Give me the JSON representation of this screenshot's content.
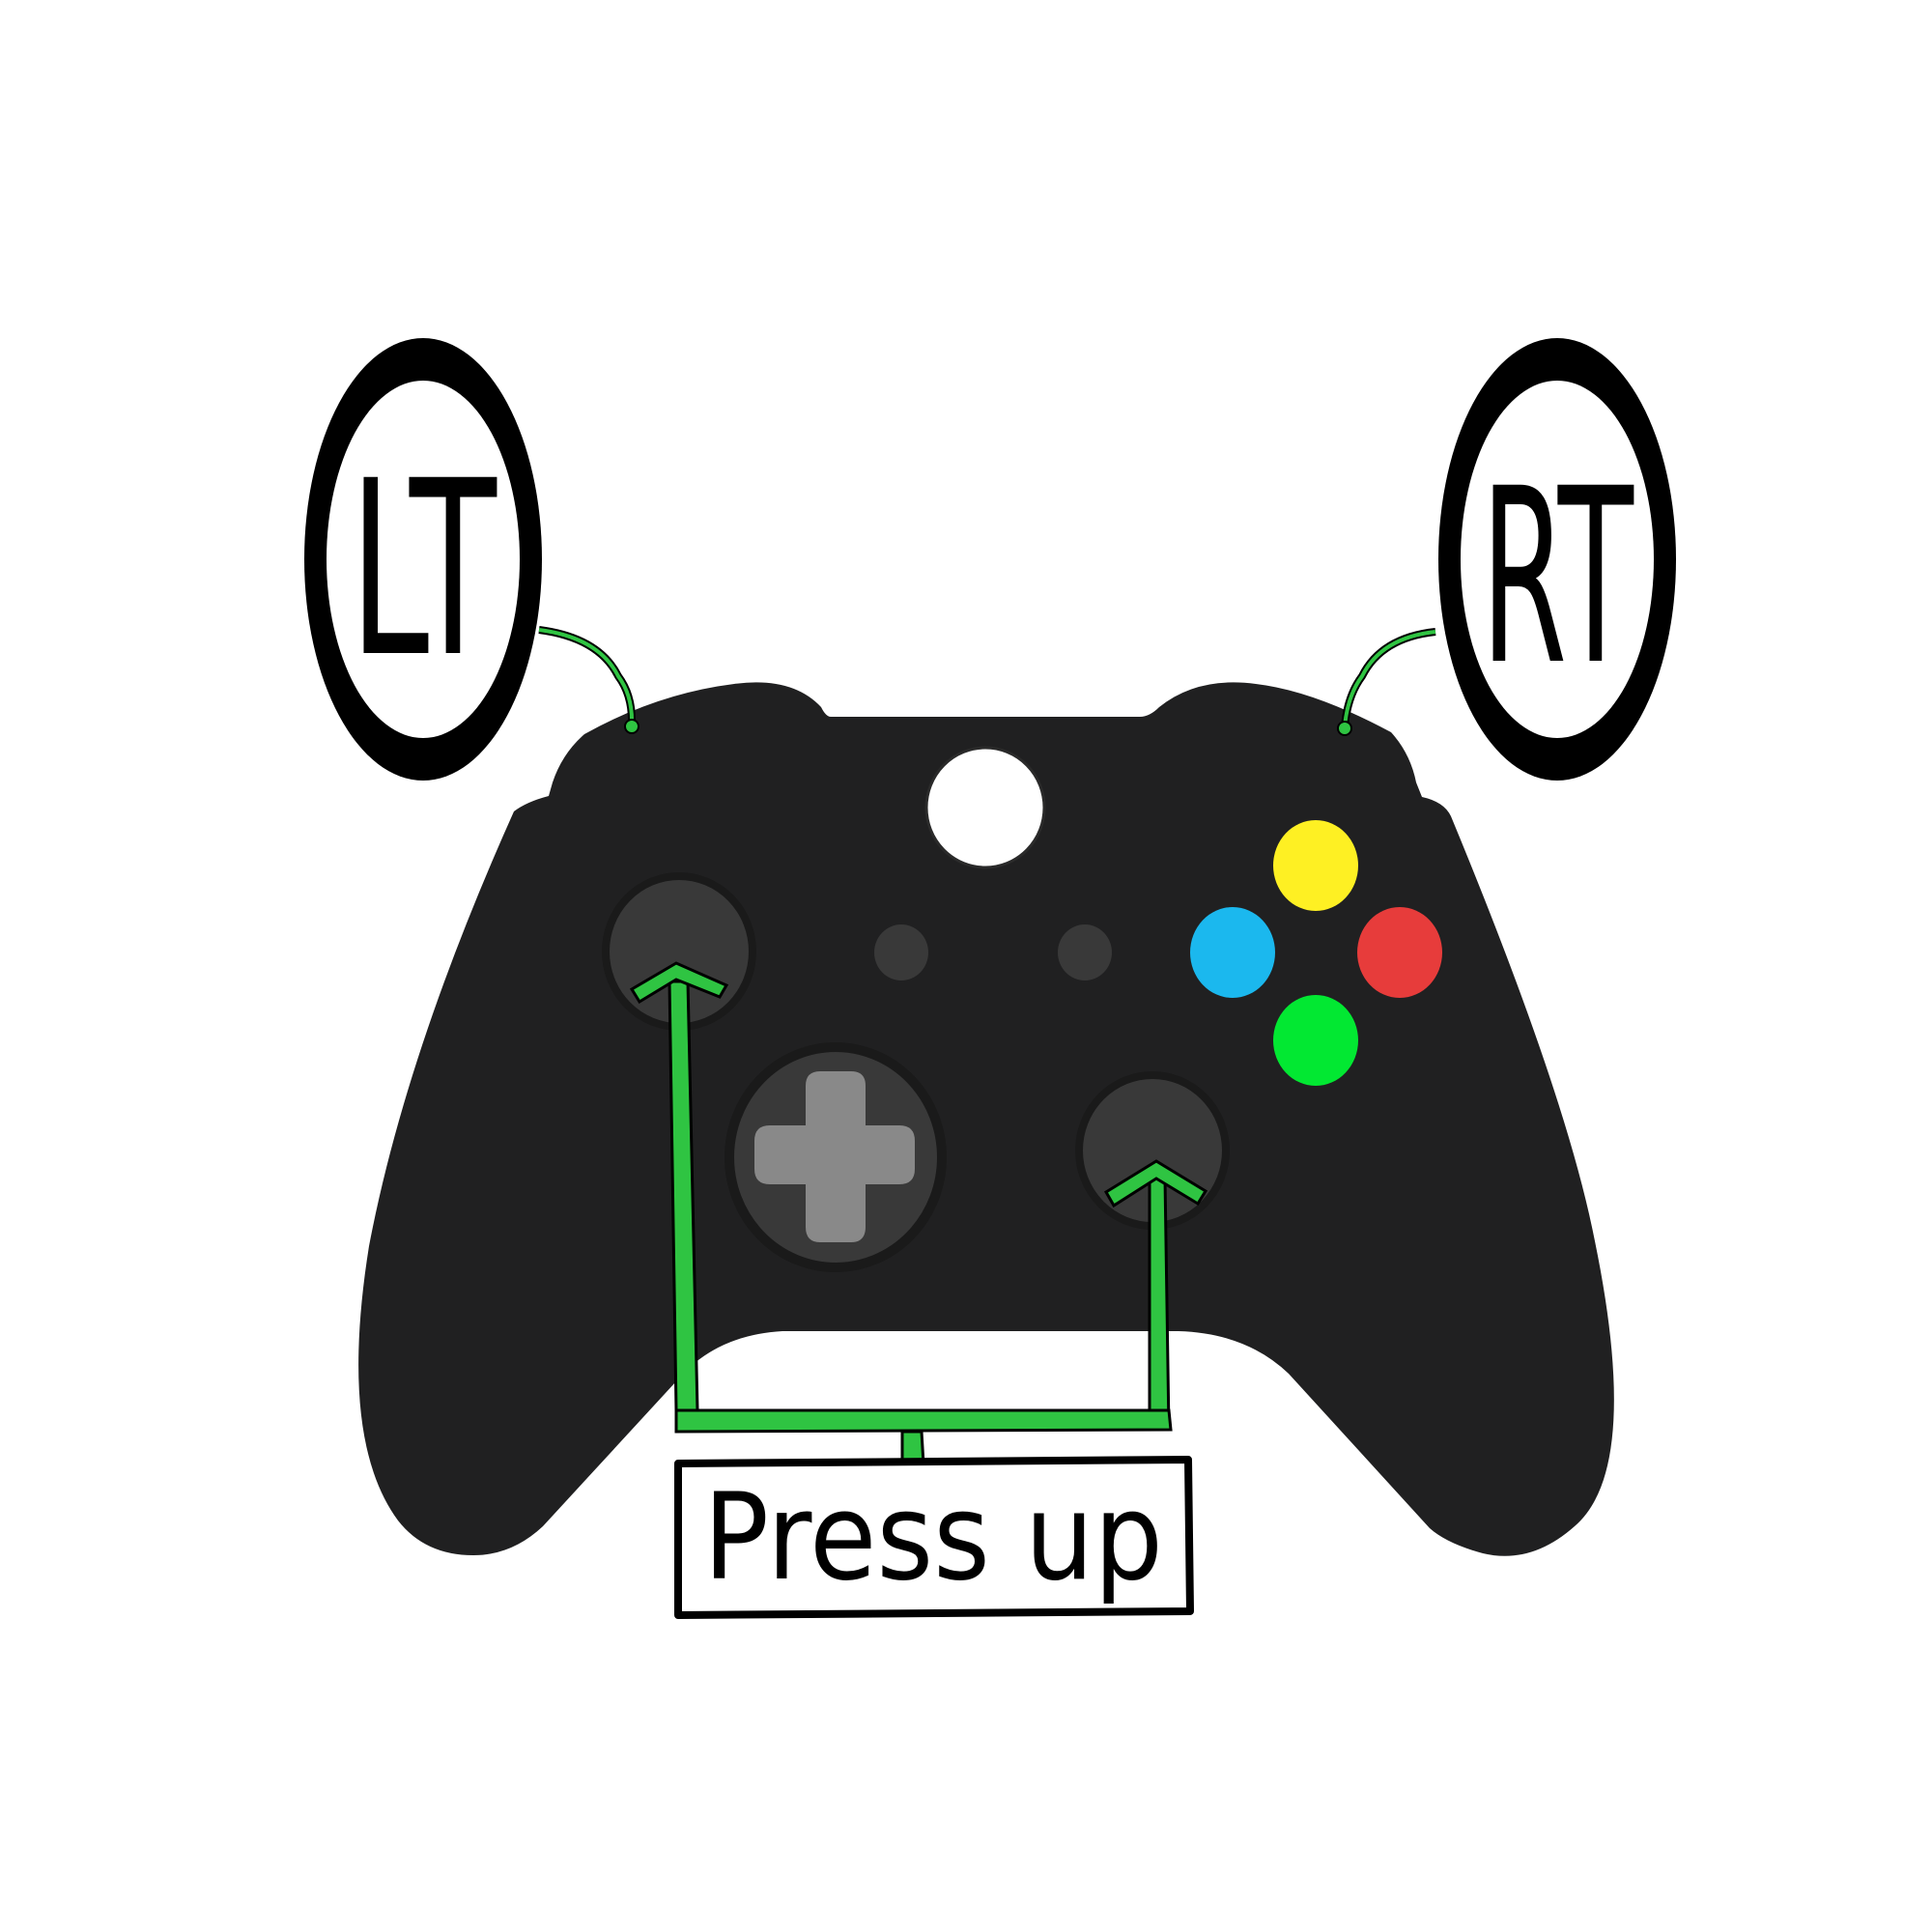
{
  "labels": {
    "left_trigger": "LT",
    "right_trigger": "RT",
    "instruction": "Press up"
  },
  "colors": {
    "controller_body": "#202021",
    "thumbstick": "#393939",
    "dpad": "#898989",
    "guide_button": "#ffffff",
    "button_y": "#fef023",
    "button_b": "#e73c3b",
    "button_x": "#1bb8ee",
    "button_a": "#02e832",
    "arrow_green": "#2fc442",
    "outline": "#000000"
  },
  "icons": {
    "guide": "guide-button-icon",
    "dpad": "dpad-icon",
    "up_arrow": "up-arrow-icon"
  }
}
